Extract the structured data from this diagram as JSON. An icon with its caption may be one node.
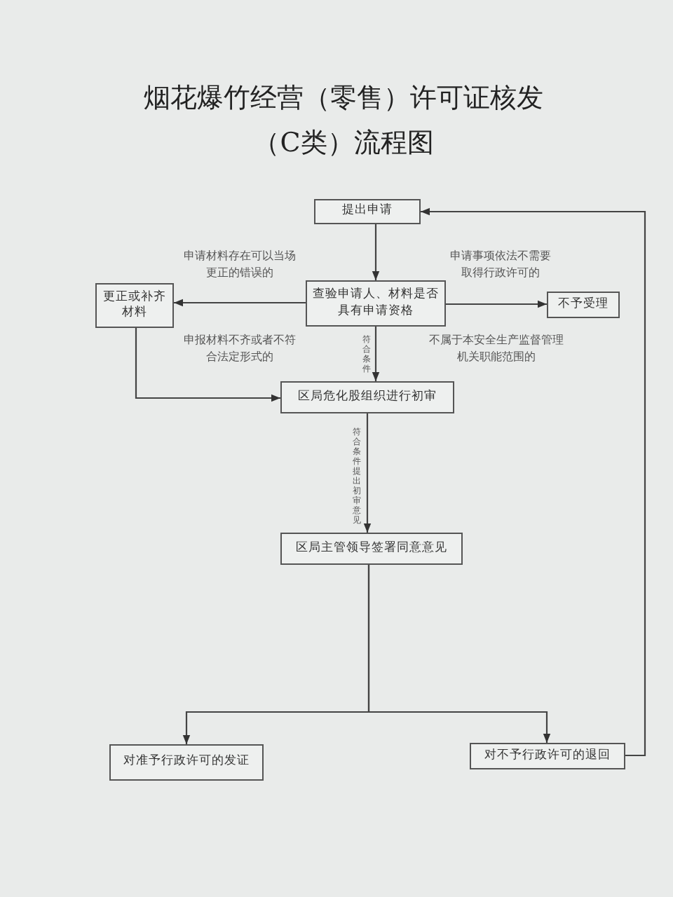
{
  "diagram": {
    "title": "烟花爆竹经营（零售）许可证核发（C类）流程图",
    "nodes": [
      {
        "text": [
          "提出申请"
        ]
      },
      {
        "text": [
          "查验申请人、材料是否具有申请资格"
        ]
      },
      {
        "text": [
          "更正或补齐材料"
        ]
      },
      {
        "text": [
          "不予受理"
        ]
      },
      {
        "text": [
          "区局危化股组织进行初审"
        ]
      },
      {
        "text": [
          "区局主管领导签署同意意见"
        ]
      },
      {
        "text": [
          "对准予行政许可的发证"
        ]
      },
      {
        "text": [
          "对不予行政许可的退回"
        ]
      }
    ],
    "edges": [
      {
        "from": 0,
        "to": 1,
        "arrow": "to"
      },
      {
        "from": 1,
        "to": 2,
        "arrow": "to",
        "label": "申请材料存在可以当场更正的错误的"
      },
      {
        "from": 1,
        "to": 3,
        "arrow": "to",
        "label": "申请事项依法不需要取得行政许可的"
      },
      {
        "from": 1,
        "to": 4,
        "arrow": "to",
        "label": "符合条件"
      },
      {
        "from": 2,
        "to": 4,
        "arrow": "to"
      },
      {
        "from": 4,
        "to": 5,
        "arrow": "to",
        "label": "符合条件提出初审意见"
      },
      {
        "from": 5,
        "to": 6,
        "arrow": "to"
      },
      {
        "from": 5,
        "to": 7,
        "arrow": "to"
      },
      {
        "from": 7,
        "to": 0,
        "arrow": "to"
      }
    ],
    "labels": [
      "申报材料不齐或者不符合法定形式的",
      "不属于本安全生产监督管理机关职能范围的"
    ]
  }
}
